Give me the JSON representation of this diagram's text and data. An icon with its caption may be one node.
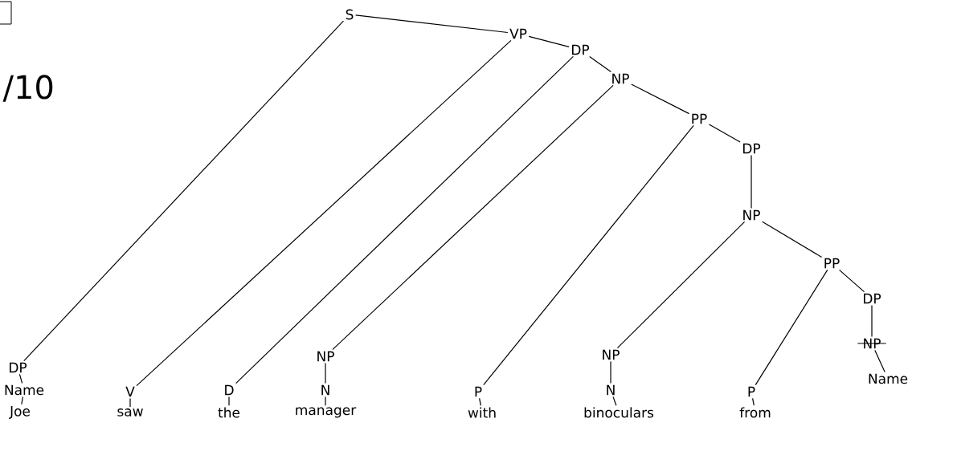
{
  "diagram": {
    "nodes": [
      {
        "text": [
          "S"
        ]
      },
      {
        "text": [
          "VP"
        ]
      },
      {
        "text": [
          "DP"
        ]
      },
      {
        "text": [
          "NP"
        ]
      },
      {
        "text": [
          "PP"
        ]
      },
      {
        "text": [
          "DP"
        ]
      },
      {
        "text": [
          "NP"
        ]
      },
      {
        "text": [
          "PP"
        ]
      },
      {
        "text": [
          "DP"
        ]
      },
      {
        "text": [
          "NP"
        ]
      },
      {
        "text": [
          "Name"
        ]
      },
      {
        "text": [
          "DP"
        ]
      },
      {
        "text": [
          "Name"
        ]
      },
      {
        "text": [
          "Joe"
        ]
      },
      {
        "text": [
          "V"
        ]
      },
      {
        "text": [
          "saw"
        ]
      },
      {
        "text": [
          "D"
        ]
      },
      {
        "text": [
          "the"
        ]
      },
      {
        "text": [
          "NP"
        ]
      },
      {
        "text": [
          "N"
        ]
      },
      {
        "text": [
          "manager"
        ]
      },
      {
        "text": [
          "P"
        ]
      },
      {
        "text": [
          "with"
        ]
      },
      {
        "text": [
          "NP"
        ]
      },
      {
        "text": [
          "N"
        ]
      },
      {
        "text": [
          "binoculars"
        ]
      },
      {
        "text": [
          "P"
        ]
      },
      {
        "text": [
          "from"
        ]
      }
    ],
    "edges": [
      {
        "from": 0,
        "to": 11,
        "arrow": "none"
      },
      {
        "from": 0,
        "to": 1,
        "arrow": "none"
      },
      {
        "from": 1,
        "to": 14,
        "arrow": "none"
      },
      {
        "from": 1,
        "to": 2,
        "arrow": "none"
      },
      {
        "from": 2,
        "to": 16,
        "arrow": "none"
      },
      {
        "from": 2,
        "to": 3,
        "arrow": "none"
      },
      {
        "from": 3,
        "to": 18,
        "arrow": "none"
      },
      {
        "from": 3,
        "to": 4,
        "arrow": "none"
      },
      {
        "from": 4,
        "to": 21,
        "arrow": "none"
      },
      {
        "from": 4,
        "to": 5,
        "arrow": "none"
      },
      {
        "from": 5,
        "to": 6,
        "arrow": "none"
      },
      {
        "from": 6,
        "to": 23,
        "arrow": "none"
      },
      {
        "from": 6,
        "to": 7,
        "arrow": "none"
      },
      {
        "from": 7,
        "to": 26,
        "arrow": "none"
      },
      {
        "from": 7,
        "to": 8,
        "arrow": "none"
      },
      {
        "from": 8,
        "to": 9,
        "arrow": "none"
      },
      {
        "from": 9,
        "to": 10,
        "arrow": "none"
      },
      {
        "from": 11,
        "to": 12,
        "arrow": "none"
      },
      {
        "from": 12,
        "to": 13,
        "arrow": "none"
      },
      {
        "from": 14,
        "to": 15,
        "arrow": "none"
      },
      {
        "from": 16,
        "to": 17,
        "arrow": "none"
      },
      {
        "from": 18,
        "to": 19,
        "arrow": "none"
      },
      {
        "from": 19,
        "to": 20,
        "arrow": "none"
      },
      {
        "from": 21,
        "to": 22,
        "arrow": "none"
      },
      {
        "from": 23,
        "to": 24,
        "arrow": "none"
      },
      {
        "from": 24,
        "to": 25,
        "arrow": "none"
      },
      {
        "from": 26,
        "to": 27,
        "arrow": "none"
      }
    ],
    "labels": [
      "/10"
    ]
  }
}
